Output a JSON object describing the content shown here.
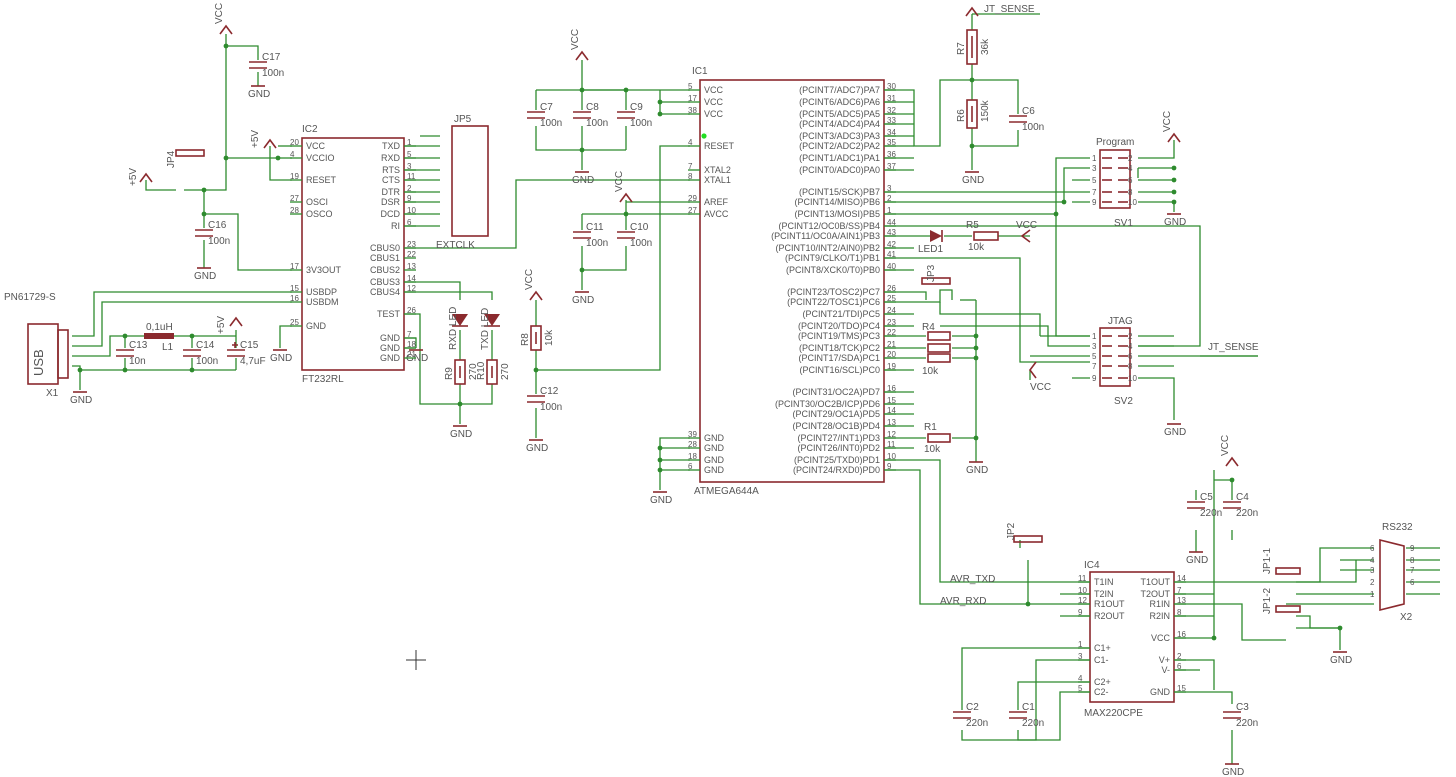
{
  "ic2": {
    "name": "IC2",
    "value": "FT232RL",
    "left_pins": [
      "VCC",
      "VCCIO",
      "RESET",
      "OSCI",
      "OSCO",
      "3V3OUT",
      "USBDP",
      "USBDM",
      "GND"
    ],
    "left_nums": [
      "20",
      "4",
      "19",
      "27",
      "28",
      "17",
      "15",
      "16",
      "25"
    ],
    "right_pins": [
      "TXD",
      "RXD",
      "RTS",
      "CTS",
      "DTR",
      "DSR",
      "DCD",
      "RI",
      "CBUS0",
      "CBUS1",
      "CBUS2",
      "CBUS3",
      "CBUS4",
      "TEST",
      "GND",
      "GND",
      "GND"
    ],
    "right_nums": [
      "1",
      "5",
      "3",
      "11",
      "2",
      "9",
      "10",
      "6",
      "23",
      "22",
      "13",
      "14",
      "12",
      "26",
      "7",
      "18",
      "21"
    ]
  },
  "ic1": {
    "name": "IC1",
    "value": "ATMEGA644A",
    "left_pins": [
      "VCC",
      "VCC",
      "VCC",
      "RESET",
      "XTAL2",
      "XTAL1",
      "AREF",
      "AVCC",
      "GND",
      "GND",
      "GND",
      "GND"
    ],
    "left_nums": [
      "5",
      "17",
      "38",
      "4",
      "7",
      "8",
      "29",
      "27",
      "39",
      "28",
      "18",
      "6"
    ],
    "right_pins": [
      "(PCINT7/ADC7)PA7",
      "(PCINT6/ADC6)PA6",
      "(PCINT5/ADC5)PA5",
      "(PCINT4/ADC4)PA4",
      "(PCINT3/ADC3)PA3",
      "(PCINT2/ADC2)PA2",
      "(PCINT1/ADC1)PA1",
      "(PCINT0/ADC0)PA0",
      "(PCINT15/SCK)PB7",
      "(PCINT14/MISO)PB6",
      "(PCINT13/MOSI)PB5",
      "(PCINT12/OC0B/SS)PB4",
      "(PCINT11/OC0A/AIN1)PB3",
      "(PCINT10/INT2/AIN0)PB2",
      "(PCINT9/CLKO/T1)PB1",
      "(PCINT8/XCK0/T0)PB0",
      "(PCINT23/TOSC2)PC7",
      "(PCINT22/TOSC1)PC6",
      "(PCINT21/TDI)PC5",
      "(PCINT20/TDO)PC4",
      "(PCINT19/TMS)PC3",
      "(PCINT18/TCK)PC2",
      "(PCINT17/SDA)PC1",
      "(PCINT16/SCL)PC0",
      "(PCINT31/OC2A)PD7",
      "(PCINT30/OC2B/ICP)PD6",
      "(PCINT29/OC1A)PD5",
      "(PCINT28/OC1B)PD4",
      "(PCINT27/INT1)PD3",
      "(PCINT26/INT0)PD2",
      "(PCINT25/TXD0)PD1",
      "(PCINT24/RXD0)PD0"
    ],
    "right_nums": [
      "30",
      "31",
      "32",
      "33",
      "34",
      "35",
      "36",
      "37",
      "3",
      "2",
      "1",
      "44",
      "43",
      "42",
      "41",
      "40",
      "26",
      "25",
      "24",
      "23",
      "22",
      "21",
      "20",
      "19",
      "16",
      "15",
      "14",
      "13",
      "12",
      "11",
      "10",
      "9"
    ]
  },
  "ic4": {
    "name": "IC4",
    "value": "MAX220CPE",
    "left_pins": [
      "T1IN",
      "T2IN",
      "R1OUT",
      "R2OUT",
      "C1+",
      "C1-",
      "C2+",
      "C2-"
    ],
    "left_nums": [
      "11",
      "10",
      "12",
      "9",
      "1",
      "3",
      "4",
      "5"
    ],
    "right_pins": [
      "T1OUT",
      "T2OUT",
      "R1IN",
      "R2IN",
      "VCC",
      "V+",
      "V-",
      "GND"
    ],
    "right_nums": [
      "14",
      "7",
      "13",
      "8",
      "16",
      "2",
      "6",
      "15"
    ]
  },
  "parts": {
    "C17": {
      "name": "C17",
      "value": "100n"
    },
    "C16": {
      "name": "C16",
      "value": "100n"
    },
    "C13": {
      "name": "C13",
      "value": "10n"
    },
    "C14": {
      "name": "C14",
      "value": "100n"
    },
    "C15": {
      "name": "C15",
      "value": "4,7uF"
    },
    "L1": {
      "name": "L1",
      "value": "0,1uH"
    },
    "C7": {
      "name": "C7",
      "value": "100n"
    },
    "C8": {
      "name": "C8",
      "value": "100n"
    },
    "C9": {
      "name": "C9",
      "value": "100n"
    },
    "C11": {
      "name": "C11",
      "value": "100n"
    },
    "C10": {
      "name": "C10",
      "value": "100n"
    },
    "C12": {
      "name": "C12",
      "value": "100n"
    },
    "C6": {
      "name": "C6",
      "value": "100n"
    },
    "C5": {
      "name": "C5",
      "value": "220n"
    },
    "C4": {
      "name": "C4",
      "value": "220n"
    },
    "C3": {
      "name": "C3",
      "value": "220n"
    },
    "C2": {
      "name": "C2",
      "value": "220n"
    },
    "C1": {
      "name": "C1",
      "value": "220n"
    },
    "R7": {
      "name": "R7",
      "value": "36k"
    },
    "R6": {
      "name": "R6",
      "value": "150k"
    },
    "R8": {
      "name": "R8",
      "value": "10k"
    },
    "R9": {
      "name": "R9",
      "value": "270"
    },
    "R10": {
      "name": "R10",
      "value": "270"
    },
    "R5": {
      "name": "R5",
      "value": "10k"
    },
    "R4": {
      "name": "R4",
      "value": "10k"
    },
    "R1": {
      "name": "R1",
      "value": "10k"
    },
    "LED1": {
      "name": "LED1"
    },
    "RXD_LED": {
      "name": "RXD LED"
    },
    "TXD_LED": {
      "name": "TXD LED"
    }
  },
  "labels": {
    "vcc": "VCC",
    "gnd": "GND",
    "p5v": "+5V",
    "jp4": "JP4",
    "jp5": "JP5",
    "jp3": "JP3",
    "jp2": "JP2",
    "jp1_1": "JP1-1",
    "jp1_2": "JP1-2",
    "x1": "X1",
    "x1_part": "PN61729-S",
    "usb": "USB",
    "x2": "X2",
    "rs232": "RS232",
    "sv1": "SV1",
    "sv1_name": "Program",
    "sv2": "SV2",
    "sv2_name": "JTAG",
    "jt_sense": "JT_SENSE",
    "extclk": "EXTCLK",
    "avr_txd": "AVR_TXD",
    "avr_rxd": "AVR_RXD"
  },
  "colors": {
    "wire": "#2e8b2e",
    "symbol": "#8b2a2e",
    "text": "#555555"
  }
}
